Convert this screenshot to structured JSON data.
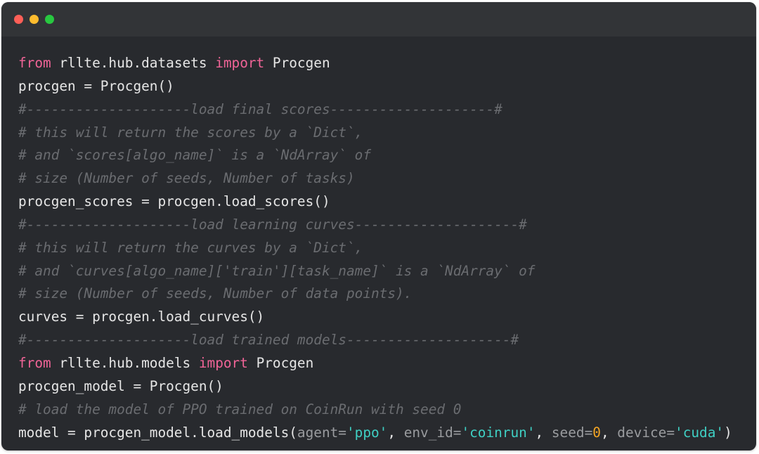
{
  "window": {
    "controls": {
      "close_color": "#fe5f57",
      "minimize_color": "#febc2e",
      "maximize_color": "#28c840"
    }
  },
  "code": {
    "lines": [
      [
        {
          "t": "kw",
          "v": "from"
        },
        {
          "t": "plain",
          "v": " rllte.hub.datasets "
        },
        {
          "t": "kw",
          "v": "import"
        },
        {
          "t": "plain",
          "v": " Procgen"
        }
      ],
      [
        {
          "t": "plain",
          "v": "procgen = Procgen()"
        }
      ],
      [
        {
          "t": "comment",
          "v": "#--------------------load final scores--------------------#"
        }
      ],
      [
        {
          "t": "comment",
          "v": "# this will return the scores by a `Dict`,"
        }
      ],
      [
        {
          "t": "comment",
          "v": "# and `scores[algo_name]` is a `NdArray` of"
        }
      ],
      [
        {
          "t": "comment",
          "v": "# size (Number of seeds, Number of tasks)"
        }
      ],
      [
        {
          "t": "plain",
          "v": "procgen_scores = procgen.load_scores()"
        }
      ],
      [
        {
          "t": "comment",
          "v": "#--------------------load learning curves--------------------#"
        }
      ],
      [
        {
          "t": "comment",
          "v": "# this will return the curves by a `Dict`,"
        }
      ],
      [
        {
          "t": "comment",
          "v": "# and `curves[algo_name]['train'][task_name]` is a `NdArray` of"
        }
      ],
      [
        {
          "t": "comment",
          "v": "# size (Number of seeds, Number of data points)."
        }
      ],
      [
        {
          "t": "plain",
          "v": "curves = procgen.load_curves()"
        }
      ],
      [
        {
          "t": "comment",
          "v": "#--------------------load trained models--------------------#"
        }
      ],
      [
        {
          "t": "kw",
          "v": "from"
        },
        {
          "t": "plain",
          "v": " rllte.hub.models "
        },
        {
          "t": "kw",
          "v": "import"
        },
        {
          "t": "plain",
          "v": " Procgen"
        }
      ],
      [
        {
          "t": "plain",
          "v": "procgen_model = Procgen()"
        }
      ],
      [
        {
          "t": "comment",
          "v": "# load the model of PPO trained on CoinRun with seed 0"
        }
      ],
      [
        {
          "t": "plain",
          "v": "model = procgen_model.load_models("
        },
        {
          "t": "punc",
          "v": "agent="
        },
        {
          "t": "str",
          "v": "'ppo'"
        },
        {
          "t": "plain",
          "v": ", "
        },
        {
          "t": "punc",
          "v": "env_id="
        },
        {
          "t": "str",
          "v": "'coinrun'"
        },
        {
          "t": "plain",
          "v": ", "
        },
        {
          "t": "punc",
          "v": "seed="
        },
        {
          "t": "num",
          "v": "0"
        },
        {
          "t": "plain",
          "v": ", "
        },
        {
          "t": "punc",
          "v": "device="
        },
        {
          "t": "str",
          "v": "'cuda'"
        },
        {
          "t": "plain",
          "v": ")"
        }
      ]
    ]
  }
}
